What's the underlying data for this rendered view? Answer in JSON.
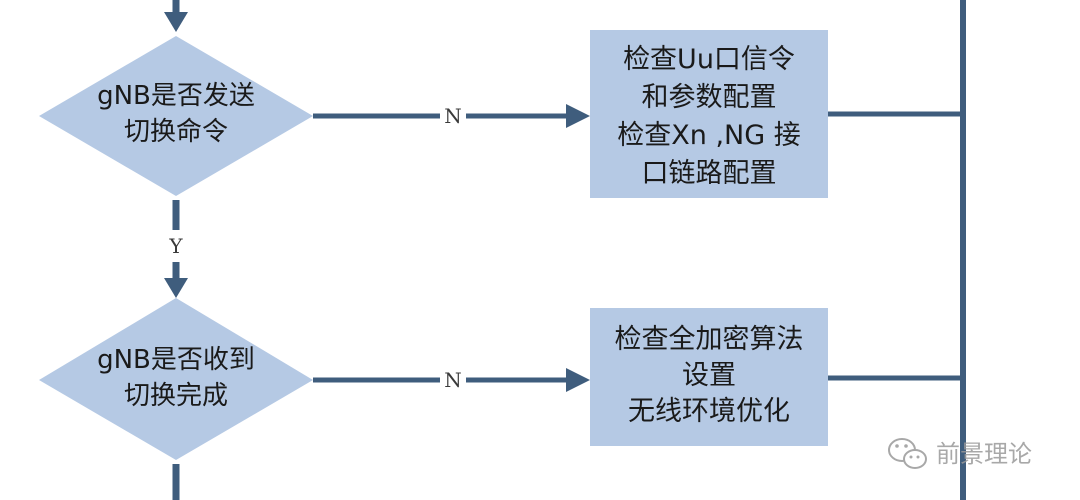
{
  "colors": {
    "node_fill": "#b5c9e4",
    "line": "#3f5d7d",
    "text": "#1a1a1a",
    "watermark": "#9a9a9a"
  },
  "decision_1": {
    "line1": "gNB是否发送",
    "line2": "切换命令",
    "no_label": "N",
    "yes_label": "Y"
  },
  "action_1": {
    "lines": [
      "检查Uu口信令",
      "和参数配置",
      "检查Xn ,NG 接",
      "口链路配置"
    ]
  },
  "decision_2": {
    "line1": "gNB是否收到",
    "line2": "切换完成",
    "no_label": "N"
  },
  "action_2": {
    "lines": [
      "检查全加密算法",
      "设置",
      "无线环境优化"
    ]
  },
  "watermark": {
    "icon": "wechat-icon",
    "text": "前景理论"
  }
}
